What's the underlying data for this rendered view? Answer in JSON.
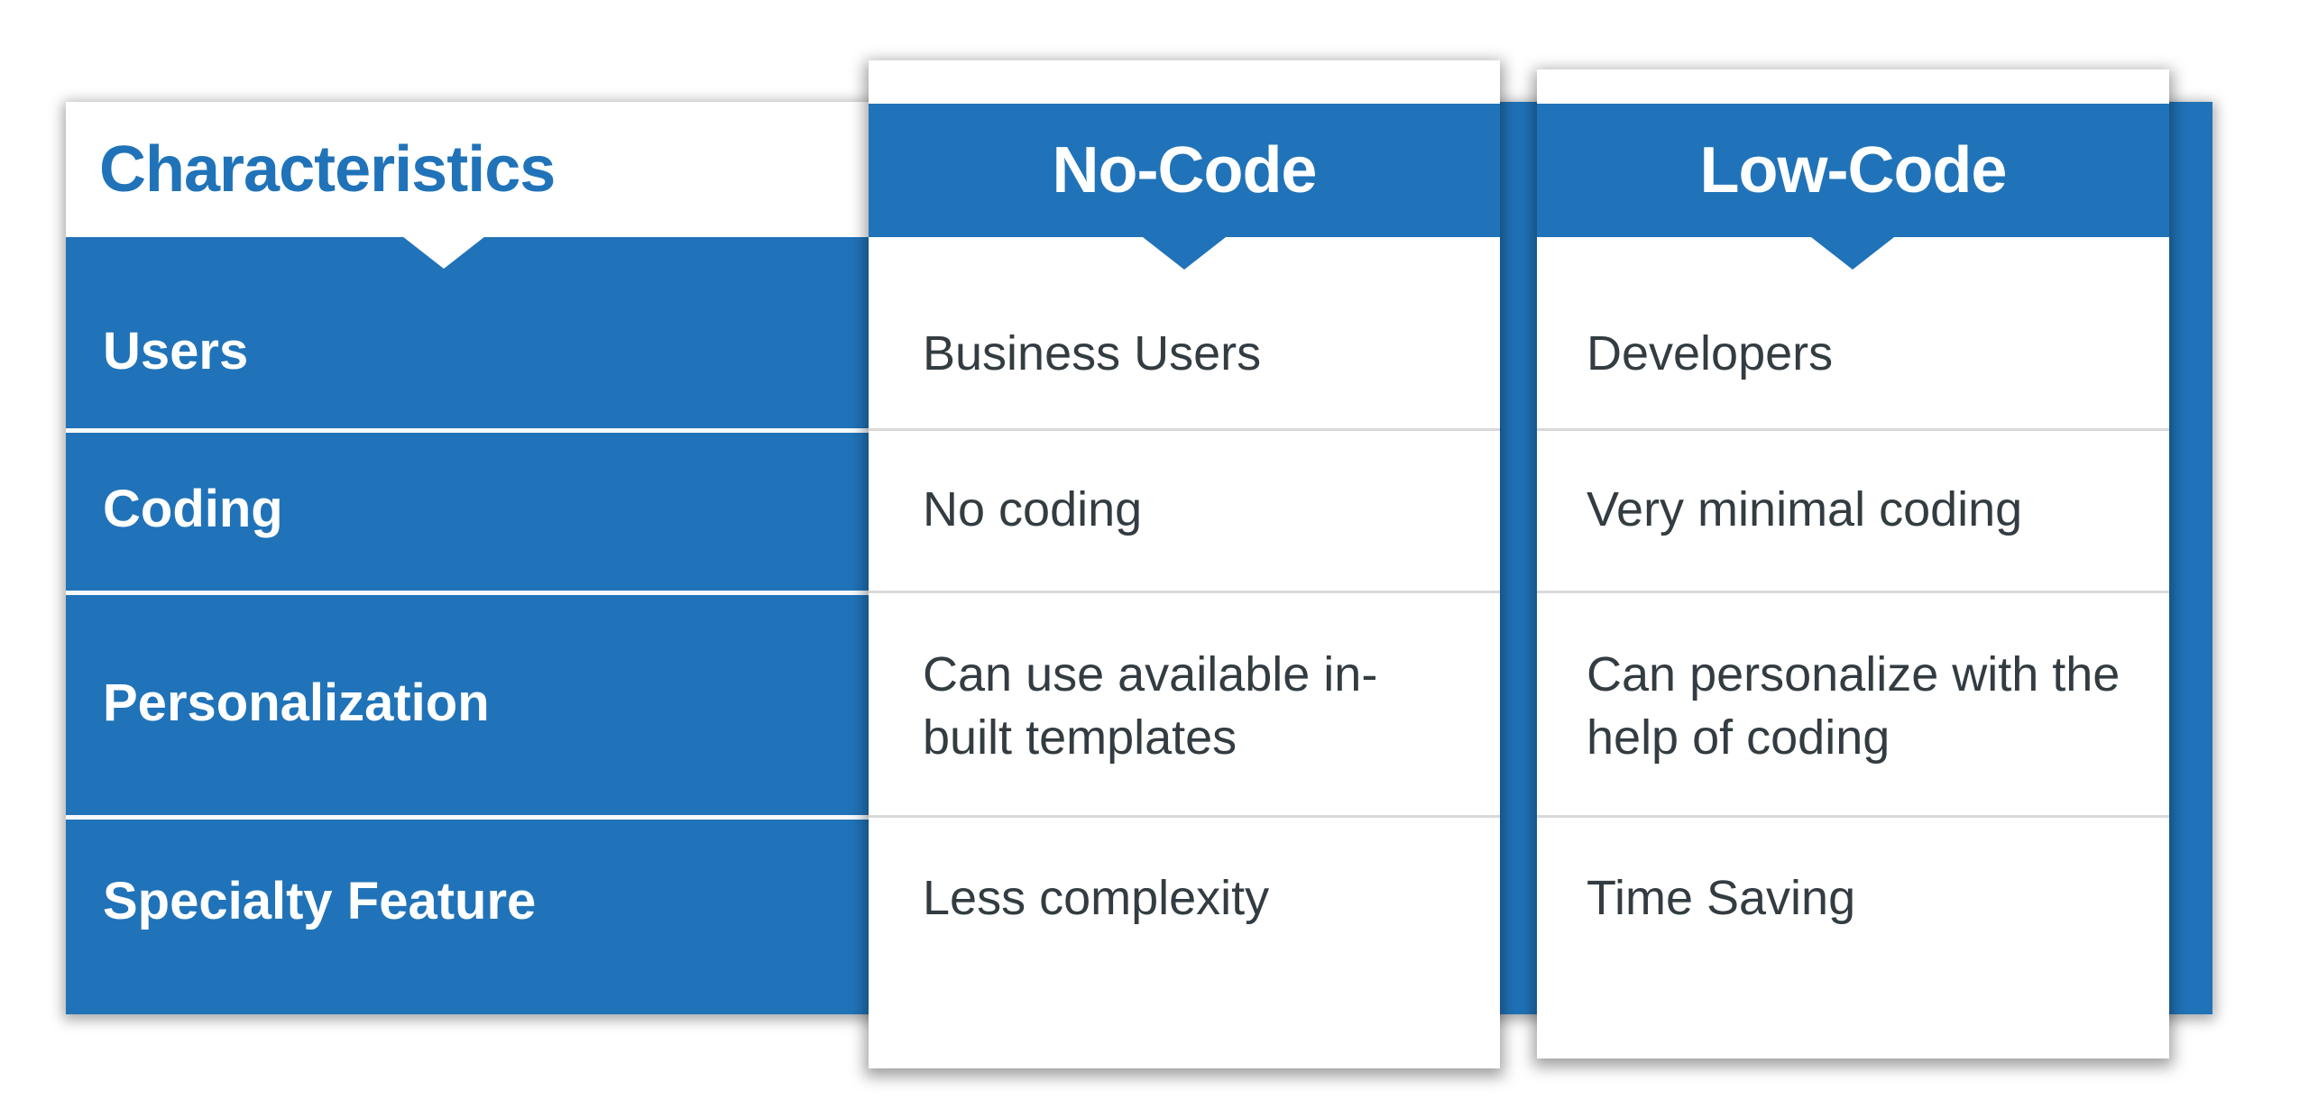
{
  "colors": {
    "accent_blue": "#2073b8",
    "body_text": "#333c41",
    "card_separator": "#d9d9d9",
    "row_separator": "#ffffff"
  },
  "table": {
    "characteristics_header": "Characteristics",
    "column_headers": [
      "No-Code",
      "Low-Code"
    ],
    "rows": [
      {
        "label": "Users",
        "no_code": "Business Users",
        "low_code": "Developers"
      },
      {
        "label": "Coding",
        "no_code": "No coding",
        "low_code": "Very minimal coding"
      },
      {
        "label": "Personalization",
        "no_code": "Can use available in-built templates",
        "low_code": "Can personalize with the help of coding"
      },
      {
        "label": "Specialty Feature",
        "no_code": "Less complexity",
        "low_code": "Time Saving"
      }
    ]
  }
}
